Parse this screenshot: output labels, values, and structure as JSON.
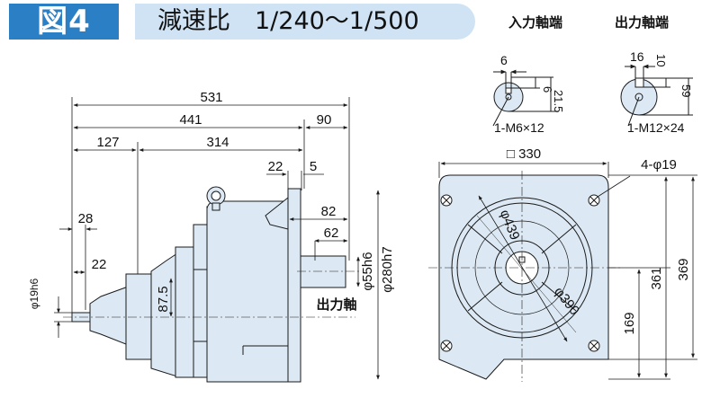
{
  "header": {
    "figure_label": "図4",
    "title": "減速比　1/240～1/500",
    "input_end_label": "入力軸端",
    "output_end_label": "出力軸端"
  },
  "input_shaft_end": {
    "width": "6",
    "height": "6",
    "dim_215": "21.5",
    "tap": "1-M6×12"
  },
  "output_shaft_end": {
    "width": "16",
    "depth": "10",
    "height": "59",
    "tap": "1-M12×24"
  },
  "side_view": {
    "overall_length": "531",
    "dim_441": "441",
    "dim_90": "90",
    "dim_127": "127",
    "dim_314": "314",
    "dim_22_top": "22",
    "dim_5": "5",
    "dim_82": "82",
    "dim_62": "62",
    "dim_28": "28",
    "dim_22_left": "22",
    "dim_87_5": "87.5",
    "input_shaft_dia": "φ19h6",
    "output_shaft_dia": "φ55h6",
    "pilot_dia": "φ280h7",
    "output_shaft_label": "出力軸"
  },
  "end_view": {
    "flange_square": "□ 330",
    "holes": "4-φ19",
    "pcd": "φ439",
    "dia_390": "φ390",
    "height_169": "169",
    "height_361": "361",
    "height_369": "369"
  },
  "colors": {
    "badge": "#2b7fc4",
    "band": "#cfe3f4",
    "body_fill": "#dce9f4",
    "line": "#1a1a1a"
  }
}
